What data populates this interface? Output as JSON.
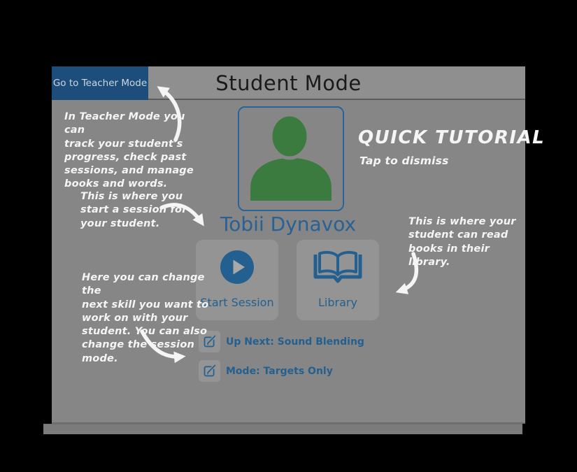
{
  "header": {
    "teacher_mode_button": "Go to Teacher Mode",
    "title": "Student Mode"
  },
  "profile": {
    "name": "Tobii Dynavox"
  },
  "actions": {
    "start_session_label": "Start Session",
    "library_label": "Library"
  },
  "session_settings": {
    "up_next": "Up Next: Sound Blending",
    "mode": "Mode: Targets Only"
  },
  "tutorial": {
    "heading": "QUICK TUTORIAL",
    "dismiss_hint": "Tap to dismiss",
    "notes": {
      "teacher_mode": "In Teacher Mode you can\ntrack your student's\nprogress, check past\nsessions, and manage\nbooks and words.",
      "start_session": "This is where you\nstart a session for\nyour student.",
      "session_settings": "Here you can change the\nnext skill you want to\nwork on with your\nstudent. You can also\nchange the session mode.",
      "library": "This is where your\nstudent can read\nbooks in their library."
    }
  },
  "icons": {
    "avatar": "person-icon",
    "start_session": "play-icon",
    "library": "open-book-icon",
    "settings": "edit-icon"
  },
  "colors": {
    "accent_blue": "#24608f",
    "banner_blue": "#1d4d7a",
    "avatar_green": "#3c7b3f",
    "overlay_gray": "#868686",
    "note_white": "#f5f5f5"
  }
}
